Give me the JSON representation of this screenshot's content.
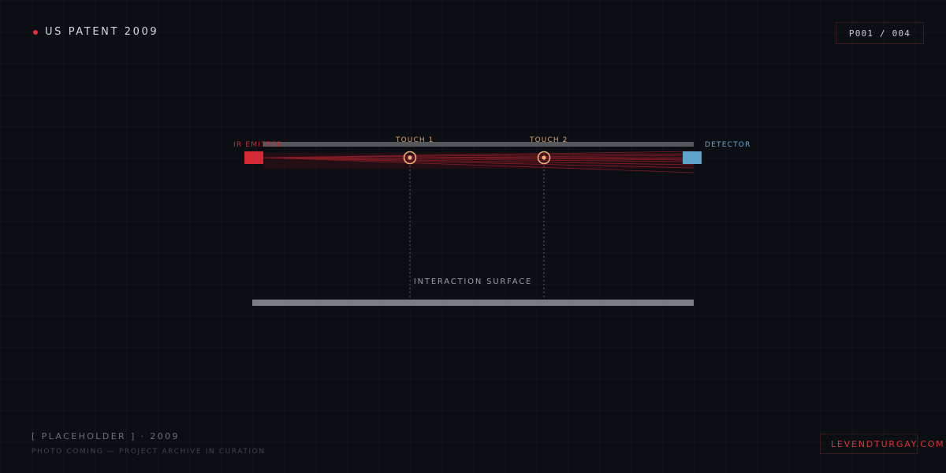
{
  "header": {
    "title": "US PATENT 2009",
    "page_counter": "P001 / 004"
  },
  "diagram": {
    "emitter_label": "IR EMITTER",
    "detector_label": "DETECTOR",
    "touches": [
      {
        "label": "TOUCH 1"
      },
      {
        "label": "TOUCH 2"
      }
    ],
    "surface_label": "INTERACTION SURFACE"
  },
  "footer": {
    "caption": "[ PLACEHOLDER ] · 2009",
    "note": "PHOTO COMING — PROJECT ARCHIVE IN CURATION",
    "site_link": "LEVENDTURGAY.COM"
  },
  "colors": {
    "accent_red": "#e0323c",
    "emitter_red": "#d42a34",
    "detector_blue": "#5fa3c8",
    "touch_orange": "#f0b07a",
    "bar_gray": "#55595e",
    "surface_gray": "#7a7d81",
    "background": "#0b0e12"
  },
  "icons": {
    "brand": "red-dot-icon",
    "touch": "touch-point-icon"
  }
}
